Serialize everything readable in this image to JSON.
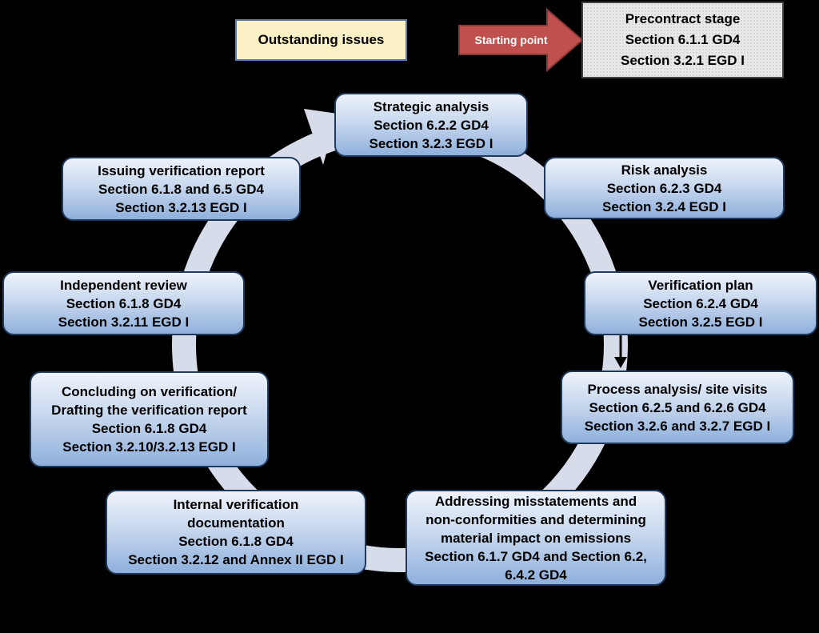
{
  "header": {
    "outstanding_issues": "Outstanding issues",
    "starting_point": "Starting point",
    "precontract": {
      "line1": "Precontract stage",
      "line2": "Section 6.1.1 GD4",
      "line3": "Section 3.2.1 EGD I"
    }
  },
  "steps": [
    {
      "lines": [
        "Strategic analysis",
        "Section 6.2.2 GD4",
        "Section 3.2.3 EGD I"
      ]
    },
    {
      "lines": [
        "Risk analysis",
        "Section 6.2.3 GD4",
        "Section 3.2.4 EGD I"
      ]
    },
    {
      "lines": [
        "Verification plan",
        "Section 6.2.4 GD4",
        "Section 3.2.5 EGD I"
      ]
    },
    {
      "lines": [
        "Process analysis/ site visits",
        "Section 6.2.5 and 6.2.6 GD4",
        "Section 3.2.6 and 3.2.7 EGD I"
      ]
    },
    {
      "lines": [
        "Addressing misstatements and",
        "non-conformities and determining",
        "material impact on emissions",
        "Section 6.1.7 GD4 and Section 6.2,",
        "6.4.2 GD4"
      ]
    },
    {
      "lines": [
        "Internal verification",
        "documentation",
        "Section 6.1.8 GD4",
        "Section 3.2.12 and Annex II EGD I"
      ]
    },
    {
      "lines": [
        "Concluding on verification/",
        "Drafting the verification report",
        "Section 6.1.8 GD4",
        "Section 3.2.10/3.2.13 EGD I"
      ]
    },
    {
      "lines": [
        "Independent review",
        "Section 6.1.8 GD4",
        "Section 3.2.11 EGD I"
      ]
    },
    {
      "lines": [
        "Issuing verification report",
        "Section 6.1.8 and 6.5 GD4",
        "Section 3.2.13 EGD I"
      ]
    }
  ],
  "colors": {
    "background": "#000000",
    "ring": "#d7dcea",
    "step_box_top": "#eef3fb",
    "step_box_bottom": "#8fb0dc",
    "start_arrow": "#c0504d",
    "outstanding_fill": "#fbf0c6"
  }
}
